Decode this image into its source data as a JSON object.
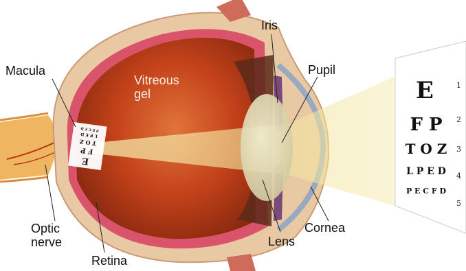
{
  "labels": {
    "iris": "Iris",
    "macula": "Macula",
    "pupil": "Pupil",
    "vitreous_gel": "Vitreous\ngel",
    "optic_nerve": "Optic\nnerve",
    "retina": "Retina",
    "lens": "Lens",
    "cornea": "Cornea"
  },
  "eye_chart": {
    "rows": [
      {
        "letters": "E",
        "number": "1"
      },
      {
        "letters": "F P",
        "number": "2"
      },
      {
        "letters": "T O Z",
        "number": "3"
      },
      {
        "letters": "L P E D",
        "number": "4"
      },
      {
        "letters": "P E C F D",
        "number": "5"
      }
    ]
  },
  "retina_image": {
    "rows": [
      "E",
      "F P",
      "T O Z",
      "L P E D",
      "P E C F D"
    ]
  },
  "colors": {
    "eyeball_interior": "#c4421a",
    "sclera": "#e9c9a4",
    "light_beam": "#f3e7a6",
    "lens": "#e6e0b8",
    "cornea": "#8aa4c4",
    "optic_nerve": "#f0b560"
  }
}
